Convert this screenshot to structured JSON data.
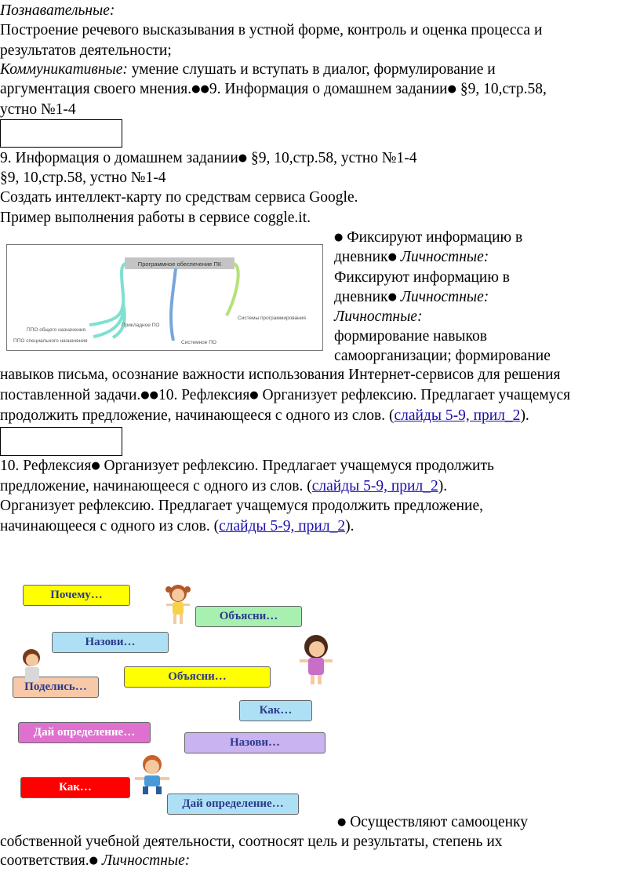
{
  "top": {
    "l1": "Познавательные:",
    "l2": "Построение речевого высказывания в устной форме, контроль и оценка процесса и",
    "l3": "результатов деятельности;",
    "l4_it": "Коммуникативные:",
    "l4_rest": " умение слушать и вступать в диалог, формулирование и",
    "l5a": "аргументация своего мнения.",
    "l5b": "9. Информация о домашнем задании",
    "l5c": " §9, 10,",
    "l5d": "стр.58,",
    "l6": " устно №1-4"
  },
  "hw": {
    "a": "9. Информация о домашнем задании",
    "b": " §9, 10,",
    "c": "стр.58, устно №1-4",
    "l2a": " §9, 10,",
    "l2b": "стр.58, устно №1-4",
    "l3": " Создать интеллект-карту по средствам сервиса Google.",
    "l4": " Пример выполнения работы в сервисе coggle.it."
  },
  "side": {
    "s1": " Фиксируют информацию в",
    "s2a": "дневник",
    "s2b": " Личностные:",
    "s3": "Фиксируют информацию в",
    "s4a": "дневник",
    "s4b": " Личностные:",
    "s5": "Личностные:",
    "s6": "формирование навыков",
    "s7": "самоорганизации; формирование"
  },
  "mindmap": {
    "root": "Программное обеспечение ПК",
    "n1": "ППО общего назначения",
    "n2": "ППО специального назначения",
    "n3": "Прикладное ПО",
    "n4": "Системное ПО",
    "n5": "Системы программирования"
  },
  "mid": {
    "l1": "навыков письма, осознание важности использования Интернет-сервисов для решения",
    "l2a": "поставленной задачи.",
    "l2b": "10. Рефлексия",
    "l2c": " Организует рефлексию. Предлагает учащемуся",
    "l3a": " продолжить  предложение, начинающееся с одного из слов. (",
    "l3link": "слайды 5-9, прил_2",
    "l3b": ")."
  },
  "refl": {
    "l1a": "10. Рефлексия",
    "l1b": " Организует рефлексию. Предлагает учащемуся продолжить",
    "l2a": " предложение, начинающееся с одного из слов. (",
    "l2link": "слайды 5-9, прил_2",
    "l2b": ").",
    "l3": " Организует рефлексию. Предлагает учащемуся продолжить  предложение,",
    "l4a": " начинающееся с одного из слов. (",
    "l4link": "слайды 5-9, прил_2",
    "l4b": ")."
  },
  "tiles": {
    "t1": "Почему…",
    "t2": "Объясни…",
    "t3": "Назови…",
    "t4": "Объясни…",
    "t5": "Поделись…",
    "t6": "Как…",
    "t7": "Дай определение…",
    "t8": "Назови…",
    "t9": "Как…",
    "t10": "Дай определение…"
  },
  "bottom": {
    "l1": " Осуществляют самооценку",
    "l2": " собственной учебной деятельности, соотносят цель и результаты, степень их",
    "l3a": " соответствия.",
    "l3b": " Личностные:"
  },
  "bullet": "●",
  "colors": {
    "link": "#1a0dab",
    "yellow": "#ffff00",
    "green": "#a8f0b0",
    "lightblue": "#aee0f5",
    "peach": "#f7c9a8",
    "magenta": "#e070d0",
    "lavender": "#c9b3f0",
    "red": "#ff0000"
  }
}
